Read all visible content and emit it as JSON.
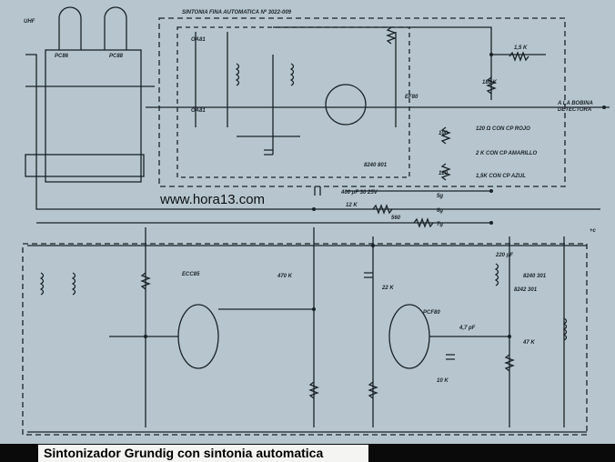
{
  "header": {
    "title": "SINTONIA FINA AUTOMATICA Nº 3022-009"
  },
  "watermark": "www.hora13.com",
  "caption": "Sintonizador Grundig con sintonia automatica",
  "tubes": [
    "PC86",
    "PC88",
    "EF80",
    "ECC85",
    "PCF80"
  ],
  "labels": {
    "detector": "A LA BOBINA",
    "detector2": "DETECTORA",
    "r1": "1,5 K",
    "r2": "180 K",
    "r3": "100",
    "r4": "120",
    "note1": "120 Ω CON CP ROJO",
    "note2": "2 K CON CP AMARILLO",
    "note3": "1,5K CON CP AZUL",
    "cap1": "400 pF 30 25V",
    "r5": "12 K",
    "r6": "560",
    "t1": "5g",
    "t2": "6g",
    "t3": "7g",
    "plus": "+c",
    "dar1": "OA81",
    "dar2": "OA81",
    "uhf": "UHF",
    "coil1": "8240 801",
    "coil2": "8240 301",
    "coil3": "8242 301",
    "r7": "470 K",
    "r8": "22 K",
    "r9": "10 K",
    "r10": "47 K",
    "r11": "4,7 pF",
    "r12": "220 pF"
  },
  "colors": {
    "paper": "#b7c6ce",
    "ink": "#1a2228"
  }
}
